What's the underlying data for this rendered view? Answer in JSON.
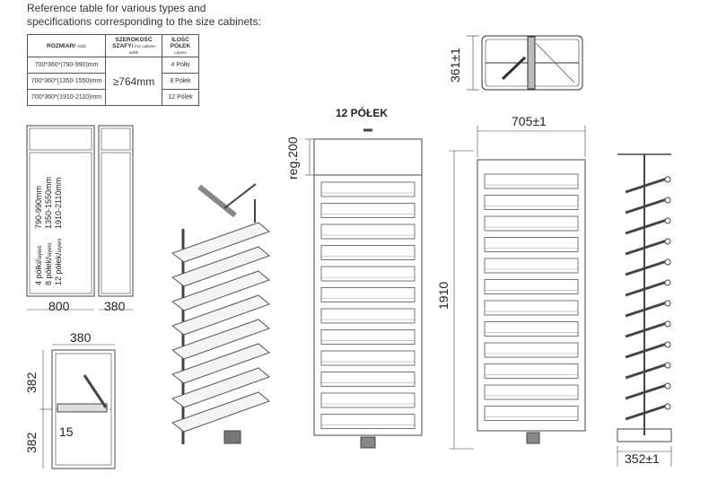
{
  "intro": {
    "line1": "Reference table for various types and",
    "line2": "specifications corresponding to the size cabinets:"
  },
  "table": {
    "headers": [
      {
        "main": "ROZMIAR/",
        "sub": "SIZE"
      },
      {
        "main": "SZEROKOŚĆ SZAFY/",
        "sub": "For cabinet width"
      },
      {
        "main": "ILOŚĆ PÓŁEK",
        "sub": "Layers"
      }
    ],
    "rows": [
      {
        "size": "700*360*(790-990)mm",
        "layers": "4 Półki"
      },
      {
        "size": "700*360*(1350-1550)mm",
        "layers": "8 Półek"
      },
      {
        "size": "700*360*(1910-2110)mm",
        "layers": "12 Pólek"
      }
    ],
    "width_value": "≥764mm"
  },
  "front_view": {
    "title": "12 PÓŁEK",
    "reg_label": "reg.200",
    "height_label": "1910"
  },
  "side_view": {
    "width_label": "705±1",
    "depth_label": "352±1"
  },
  "top_view": {
    "height_label": "361±1"
  },
  "cabinet": {
    "width_label": "800",
    "depth_label": "380",
    "heights": [
      "790-990mm",
      "1350-1550mm",
      "1910-2110mm"
    ],
    "layers": [
      {
        "text": "4 półki/",
        "sub": "layers"
      },
      {
        "text": "8 półek/",
        "sub": "layers"
      },
      {
        "text": "12 półek/",
        "sub": "layers"
      }
    ]
  },
  "plan_view": {
    "width_label": "380",
    "upper_label": "382",
    "lower_label": "382",
    "offset_label": "15"
  }
}
